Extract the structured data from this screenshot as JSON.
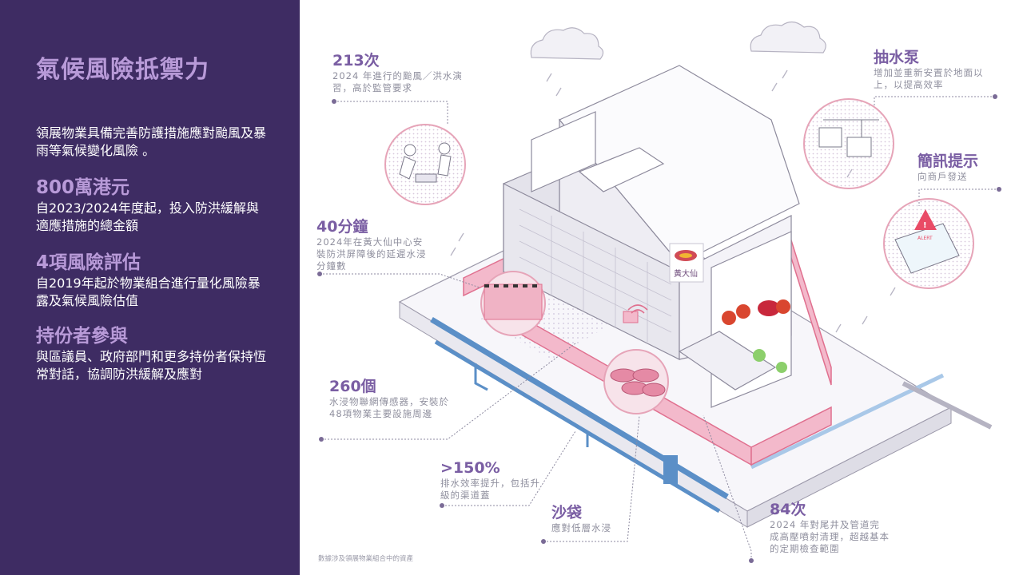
{
  "sidebar": {
    "title": "氣候風險抵禦力",
    "intro": "領展物業具備完善防護措施應對颱風及暴雨等氣候變化風險 。",
    "stats": [
      {
        "headline": "800萬港元",
        "text": "自2023/2024年度起，投入防洪緩解與適應措施的總金額"
      },
      {
        "headline": "4項風險評估",
        "text": "自2019年起於物業組合進行量化風險暴露及氣候風險估值"
      },
      {
        "headline": "持份者參與",
        "text": "與區議員、政府部門和更多持份者保持恆常對話，協調防洪緩解及應對"
      }
    ]
  },
  "callouts": {
    "drills": {
      "headline": "213次",
      "text": "2024 年進行的颱風／洪水演習，高於監管要求"
    },
    "pump": {
      "headline": "抽水泵",
      "text": "增加並重新安置於地面以上，以提高效率"
    },
    "sms": {
      "headline": "簡訊提示",
      "text": "向商戶發送"
    },
    "barrier": {
      "headline": "40分鐘",
      "text": "2024年在黃大仙中心安裝防洪屏障後的延遲水浸分鐘數"
    },
    "sensors": {
      "headline": "260個",
      "text": "水浸物聯網傳感器，安裝於48項物業主要設施周邊"
    },
    "drainage": {
      "headline": ">150%",
      "text": "排水效率提升，包括升級的渠道蓋"
    },
    "sandbags": {
      "headline": "沙袋",
      "text": "應對低層水浸"
    },
    "cleaning": {
      "headline": "84次",
      "text": "2024 年對尾井及管道完成高壓噴射清理，超越基本的定期檢查範圍"
    }
  },
  "building": {
    "sign_text": "黃大仙"
  },
  "alert_label": "ALERT",
  "footnote": "數據涉及領展物業組合中的資產",
  "colors": {
    "sidebar_bg": "#3e2c63",
    "accent_purple": "#b89ad8",
    "pink": "#e0708f",
    "pipe_blue": "#5b8fc7"
  }
}
